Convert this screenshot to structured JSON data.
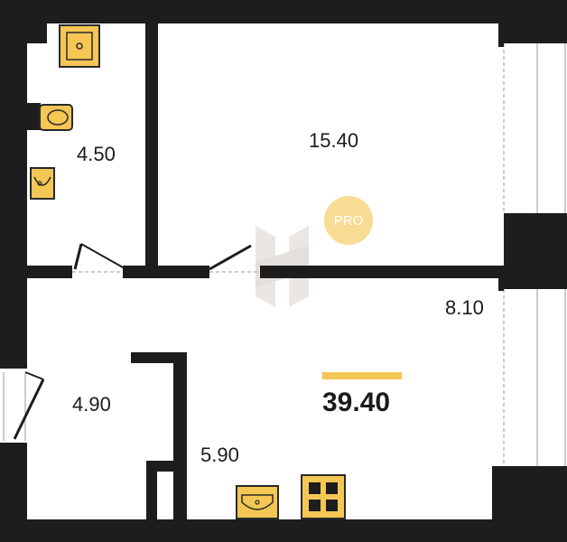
{
  "rooms": {
    "bathroom_area": "4.50",
    "living_room_area": "15.40",
    "balcony_area": "8.10",
    "hallway_area": "4.90",
    "kitchen_area": "5.90"
  },
  "total_area": "39.40",
  "badge": {
    "label": "PRO"
  },
  "colors": {
    "wall": "#1d1d1d",
    "fixture": "#f4c653",
    "fixture_outline": "#2a2a2a",
    "accent_bar": "#f4c653",
    "watermark": "#d9d2cc",
    "window_line": "#9a9a9a"
  },
  "icons": [
    "shower-tray-icon",
    "toilet-icon",
    "washbasin-icon",
    "kitchen-sink-icon",
    "cooktop-icon",
    "logo-watermark-icon"
  ]
}
